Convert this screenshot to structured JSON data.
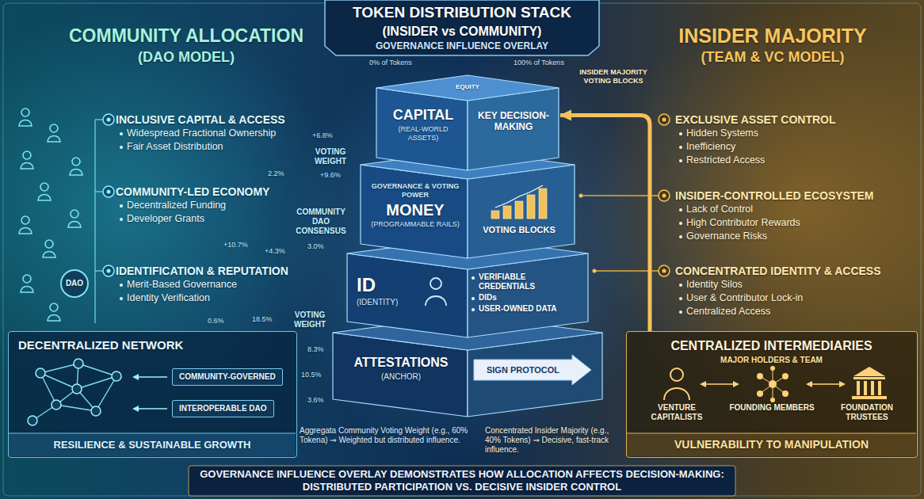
{
  "diagram": {
    "title": "TOKEN DISTRIBUTION STACK",
    "caption": "GOVERNANCE INFLUENCE OVERLAY DEMONSTRATES HOW ALLOCATION AFFECTS DECISION-MAKING: DISTRIBUTED PARTICIPATION VS. DECISIVE INSIDER CONTROL",
    "nodes": [
      {
        "text": [
          "INCLUSIVE CAPITAL & ACCESS",
          "Widespread Fractional Ownership",
          "Fair Asset Distribution"
        ]
      },
      {
        "text": [
          "COMMUNITY-LED ECONOMY",
          "Decentralized Funding",
          "Developer Grants"
        ]
      },
      {
        "text": [
          "IDENTIFICATION & REPUTATION",
          "Merit-Based Governance",
          "Identity Verification"
        ]
      },
      {
        "text": [
          "DAO"
        ]
      },
      {
        "text": [
          "DECENTRALIZED NETWORK",
          "RESILIENCE & SUSTAINABLE GROWTH"
        ]
      },
      {
        "text": [
          "COMMUNITY-GOVERNED"
        ],
        "in": 4
      },
      {
        "text": [
          "INTEROPERABLE DAO"
        ],
        "in": 4
      },
      {
        "text": [
          "EQUITY",
          "CAPITAL",
          "(REAL-WORLD ASSETS)",
          "KEY DECISION-MAKING"
        ]
      },
      {
        "text": [
          "GOVERNANCE & VOTING POWER",
          "MONEY",
          "(PROGRAMMABLE RAILS)",
          "VOTING BLOCKS"
        ]
      },
      {
        "text": [
          "ID",
          "(IDENTITY)",
          "VERIFIABLE CREDENTIALS",
          "DIDs",
          "USER-OWNED DATA"
        ]
      },
      {
        "text": [
          "ATTESTATIONS",
          "(ANCHOR)",
          "SIGN PROTOCOL"
        ]
      },
      {
        "text": [
          "EXCLUSIVE ASSET CONTROL",
          "Hidden Systems",
          "Inefficiency",
          "Restricted Access"
        ]
      },
      {
        "text": [
          "INSIDER-CONTROLLED ECOSYSTEM",
          "Lack of Control",
          "High Contributor Rewards",
          "Governance Risks"
        ]
      },
      {
        "text": [
          "CONCENTRATED IDENTITY & ACCESS",
          "Identity Silos",
          "User & Contributor Lock-in",
          "Centralized Access"
        ]
      },
      {
        "text": [
          "CENTRALIZED INTERMEDIARIES",
          "MAJOR HOLDERS & TEAM",
          "VENTURE CAPITALISTS",
          "FOUNDING MEMBERS",
          "FOUNDATION TRUSTEES",
          "VULNERABILITY TO MANIPULATION"
        ]
      }
    ],
    "edges": [
      {
        "from": 14,
        "to": 7,
        "arrow": "to"
      }
    ],
    "labels": [
      "COMMUNITY ALLOCATION",
      "(DAO MODEL)",
      "INSIDER MAJORITY",
      "(TEAM & VC MODEL)",
      "(INSIDER vs COMMUNITY)",
      "GOVERNANCE INFLUENCE OVERLAY",
      "0% of Tokens",
      "100% of Tokens",
      "VOTING WEIGHT",
      "COMMUNITY DAO CONSENSUS",
      "VOTING WEIGHT",
      "INSIDER MAJORITY VOTING BLOCKS",
      "+6.8%",
      "2.2%",
      "+9.6%",
      "+10.7%",
      "+4.3%",
      "3.0%",
      "18.5%",
      "0.6%",
      "8.3%",
      "10.5%",
      "3.6%",
      "Aggregata Community Voting Weight (e.g., 60% Tokena) ⇒ Weighted but distributed influence.",
      "Concentrated Insider Majority (e.g., 40% Tokens) ⇒ Decisive, fast-track influence."
    ]
  }
}
